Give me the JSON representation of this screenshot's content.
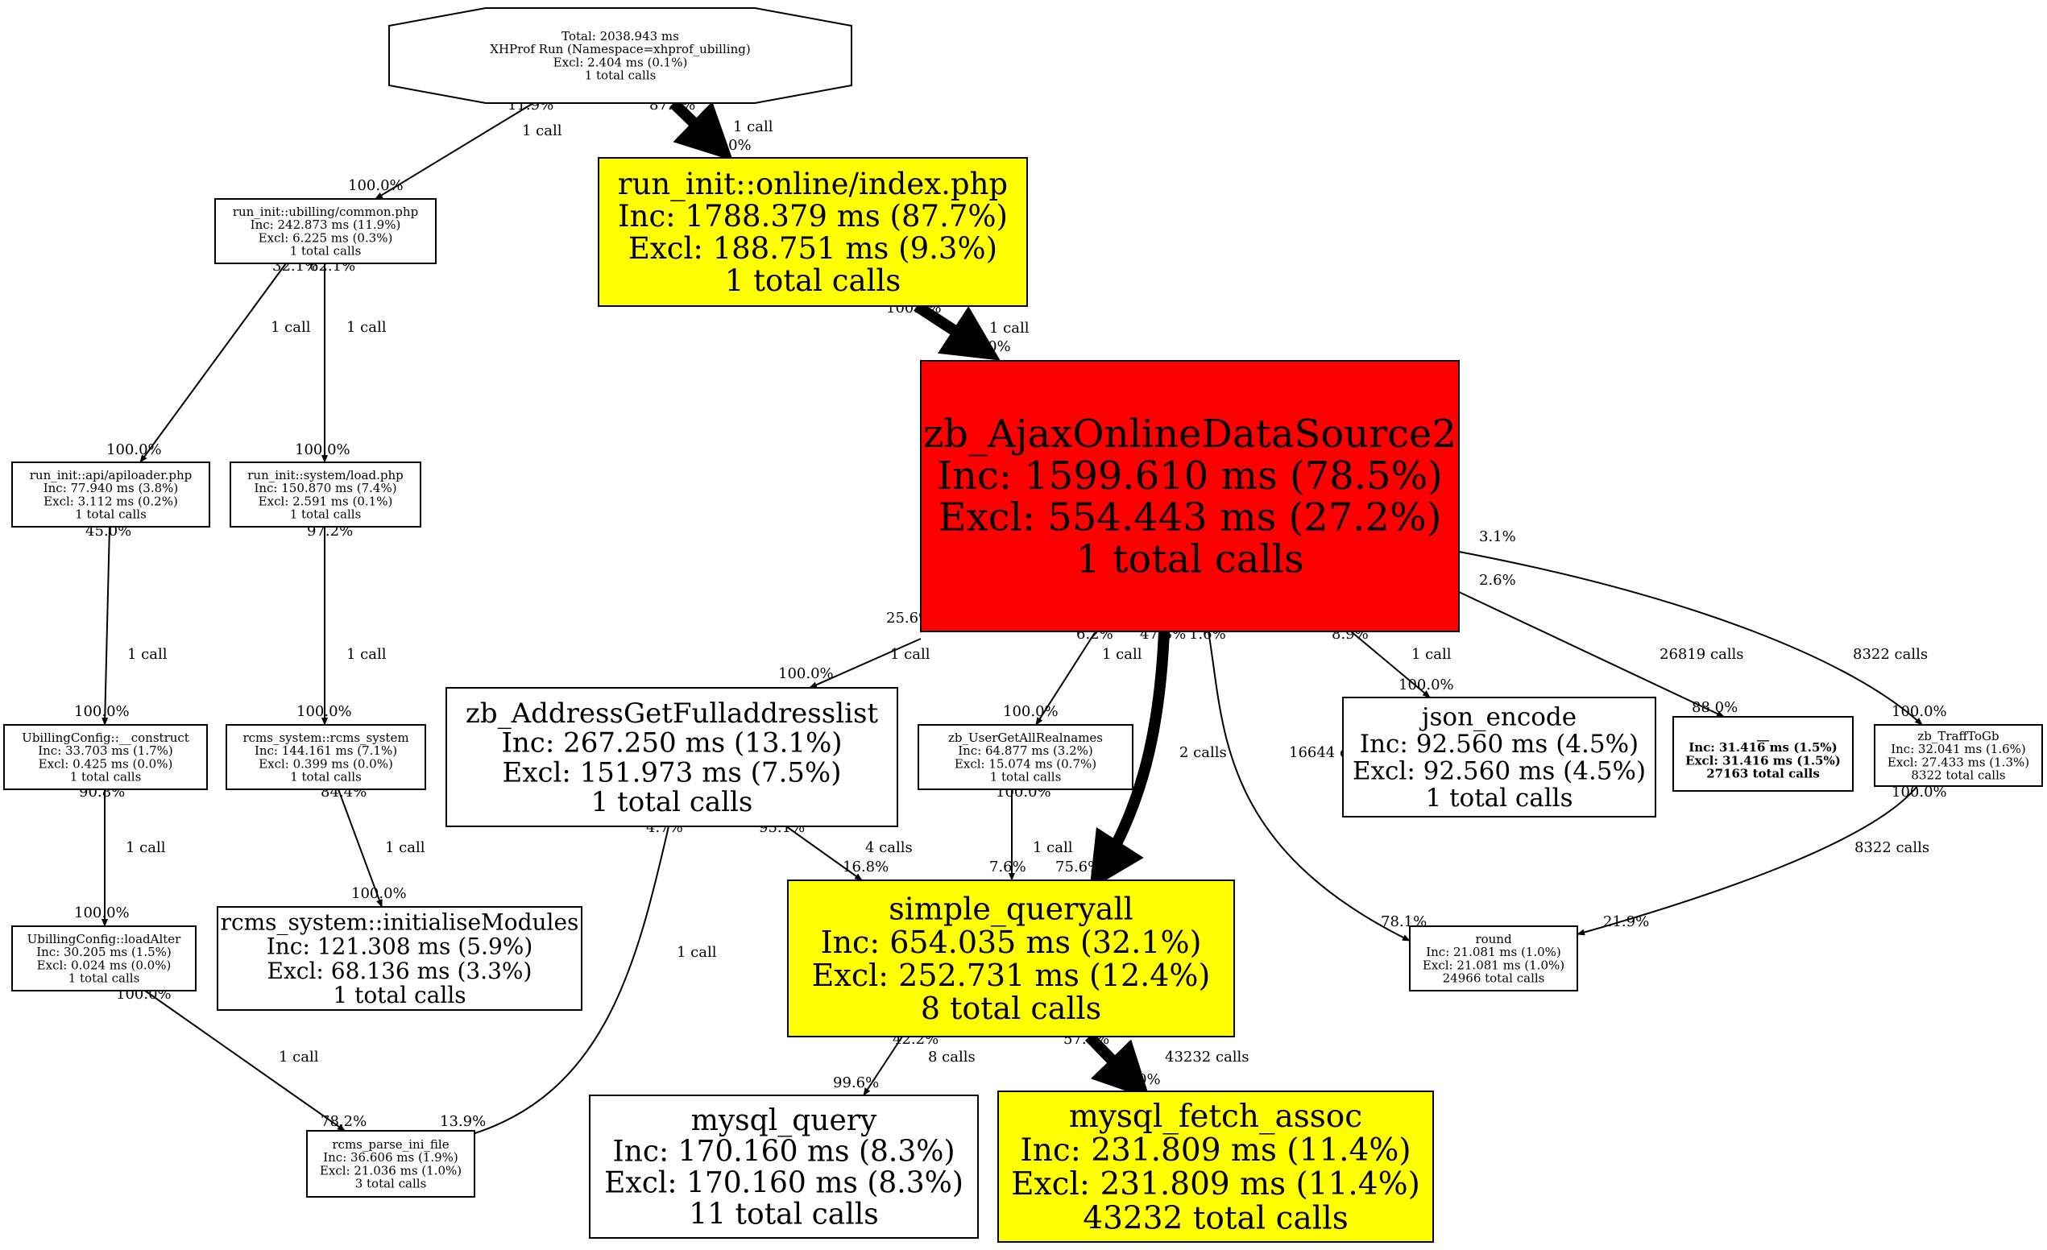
{
  "graph": {
    "root": {
      "lines": [
        "Total: 2038.943 ms",
        "XHProf Run (Namespace=xhprof_ubilling)",
        "Excl: 2.404 ms (0.1%)",
        "1 total calls"
      ],
      "fill": "#ffffff"
    },
    "nodes": {
      "online_index": {
        "lines": [
          "run_init::online/index.php",
          "Inc: 1788.379 ms (87.7%)",
          "Excl: 188.751 ms (9.3%)",
          "1 total calls"
        ],
        "fill": "#ffff00"
      },
      "common_php": {
        "lines": [
          "run_init::ubilling/common.php",
          "Inc: 242.873 ms (11.9%)",
          "Excl: 6.225 ms (0.3%)",
          "1 total calls"
        ],
        "fill": "#ffffff"
      },
      "ajax_online": {
        "lines": [
          "zb_AjaxOnlineDataSource2",
          "Inc: 1599.610 ms (78.5%)",
          "Excl: 554.443 ms (27.2%)",
          "1 total calls"
        ],
        "fill": "#ff0000"
      },
      "apiloader": {
        "lines": [
          "run_init::api/apiloader.php",
          "Inc: 77.940 ms (3.8%)",
          "Excl: 3.112 ms (0.2%)",
          "1 total calls"
        ],
        "fill": "#ffffff"
      },
      "system_load": {
        "lines": [
          "run_init::system/load.php",
          "Inc: 150.870 ms (7.4%)",
          "Excl: 2.591 ms (0.1%)",
          "1 total calls"
        ],
        "fill": "#ffffff"
      },
      "ubconfig_construct": {
        "lines": [
          "UbillingConfig::__construct",
          "Inc: 33.703 ms (1.7%)",
          "Excl: 0.425 ms (0.0%)",
          "1 total calls"
        ],
        "fill": "#ffffff"
      },
      "rcms_system": {
        "lines": [
          "rcms_system::rcms_system",
          "Inc: 144.161 ms (7.1%)",
          "Excl: 0.399 ms (0.0%)",
          "1 total calls"
        ],
        "fill": "#ffffff"
      },
      "address_full": {
        "lines": [
          "zb_AddressGetFulladdresslist",
          "Inc: 267.250 ms (13.1%)",
          "Excl: 151.973 ms (7.5%)",
          "1 total calls"
        ],
        "fill": "#ffffff"
      },
      "user_realnames": {
        "lines": [
          "zb_UserGetAllRealnames",
          "Inc: 64.877 ms (3.2%)",
          "Excl: 15.074 ms (0.7%)",
          "1 total calls"
        ],
        "fill": "#ffffff"
      },
      "json_encode": {
        "lines": [
          "json_encode",
          "Inc: 92.560 ms (4.5%)",
          "Excl: 92.560 ms (4.5%)",
          "1 total calls"
        ],
        "fill": "#ffffff"
      },
      "underscore": {
        "lines": [
          "__",
          "Inc: 31.416 ms (1.5%)",
          "Excl: 31.416 ms (1.5%)",
          "27163 total calls"
        ],
        "fill": "#ffffff"
      },
      "traff_to_gb": {
        "lines": [
          "zb_TraffToGb",
          "Inc: 32.041 ms (1.6%)",
          "Excl: 27.433 ms (1.3%)",
          "8322 total calls"
        ],
        "fill": "#ffffff"
      },
      "ubconfig_loadalter": {
        "lines": [
          "UbillingConfig::loadAlter",
          "Inc: 30.205 ms (1.5%)",
          "Excl: 0.024 ms (0.0%)",
          "1 total calls"
        ],
        "fill": "#ffffff"
      },
      "init_modules": {
        "lines": [
          "rcms_system::initialiseModules",
          "Inc: 121.308 ms (5.9%)",
          "Excl: 68.136 ms (3.3%)",
          "1 total calls"
        ],
        "fill": "#ffffff"
      },
      "simple_queryall": {
        "lines": [
          "simple_queryall",
          "Inc: 654.035 ms (32.1%)",
          "Excl: 252.731 ms (12.4%)",
          "8 total calls"
        ],
        "fill": "#ffff00"
      },
      "round": {
        "lines": [
          "round",
          "Inc: 21.081 ms (1.0%)",
          "Excl: 21.081 ms (1.0%)",
          "24966 total calls"
        ],
        "fill": "#ffffff"
      },
      "parse_ini": {
        "lines": [
          "rcms_parse_ini_file",
          "Inc: 36.606 ms (1.9%)",
          "Excl: 21.036 ms (1.0%)",
          "3 total calls"
        ],
        "fill": "#ffffff"
      },
      "mysql_query": {
        "lines": [
          "mysql_query",
          "Inc: 170.160 ms (8.3%)",
          "Excl: 170.160 ms (8.3%)",
          "11 total calls"
        ],
        "fill": "#ffffff"
      },
      "mysql_fetch": {
        "lines": [
          "mysql_fetch_assoc",
          "Inc: 231.809 ms (11.4%)",
          "Excl: 231.809 ms (11.4%)",
          "43232 total calls"
        ],
        "fill": "#ffff00"
      }
    },
    "edges": [
      {
        "from": "root",
        "to": "common_php",
        "calls": "1 call",
        "src_pct": "11.9%",
        "dst_pct": "100.0%"
      },
      {
        "from": "root",
        "to": "online_index",
        "calls": "1 call",
        "src_pct": "87.8%",
        "dst_pct": "100.0%"
      },
      {
        "from": "online_index",
        "to": "ajax_online",
        "calls": "1 call",
        "src_pct": "100.0%",
        "dst_pct": "100.0%"
      },
      {
        "from": "common_php",
        "to": "apiloader",
        "calls": "1 call",
        "src_pct": "32.1%",
        "dst_pct": "100.0%"
      },
      {
        "from": "common_php",
        "to": "system_load",
        "calls": "1 call",
        "src_pct": "62.1%",
        "dst_pct": "100.0%"
      },
      {
        "from": "apiloader",
        "to": "ubconfig_construct",
        "calls": "1 call",
        "src_pct": "45.0%",
        "dst_pct": "100.0%"
      },
      {
        "from": "system_load",
        "to": "rcms_system",
        "calls": "1 call",
        "src_pct": "97.2%",
        "dst_pct": "100.0%"
      },
      {
        "from": "ubconfig_construct",
        "to": "ubconfig_loadalter",
        "calls": "1 call",
        "src_pct": "90.8%",
        "dst_pct": "100.0%"
      },
      {
        "from": "rcms_system",
        "to": "init_modules",
        "calls": "1 call",
        "src_pct": "84.4%",
        "dst_pct": "100.0%"
      },
      {
        "from": "ubconfig_loadalter",
        "to": "parse_ini",
        "calls": "1 call",
        "src_pct": "100.0%",
        "dst_pct": "78.2%"
      },
      {
        "from": "ajax_online",
        "to": "address_full",
        "calls": "1 call",
        "src_pct": "25.6%",
        "dst_pct": "100.0%"
      },
      {
        "from": "ajax_online",
        "to": "user_realnames",
        "calls": "1 call",
        "src_pct": "6.2%",
        "dst_pct": "100.0%"
      },
      {
        "from": "ajax_online",
        "to": "simple_queryall",
        "calls": "2 calls",
        "src_pct": "47.3%",
        "dst_pct": "75.6%"
      },
      {
        "from": "ajax_online",
        "to": "round",
        "calls": "16644 calls",
        "src_pct": "1.6%",
        "dst_pct": "78.1%"
      },
      {
        "from": "ajax_online",
        "to": "json_encode",
        "calls": "1 call",
        "src_pct": "8.9%",
        "dst_pct": "100.0%"
      },
      {
        "from": "ajax_online",
        "to": "underscore",
        "calls": "26819 calls",
        "src_pct": "2.6%",
        "dst_pct": "88.0%"
      },
      {
        "from": "ajax_online",
        "to": "traff_to_gb",
        "calls": "8322 calls",
        "src_pct": "3.1%",
        "dst_pct": "100.0%"
      },
      {
        "from": "address_full",
        "to": "parse_ini",
        "calls": "1 call",
        "src_pct": "4.7%",
        "dst_pct": "13.9%"
      },
      {
        "from": "address_full",
        "to": "simple_queryall",
        "calls": "4 calls",
        "src_pct": "95.1%",
        "dst_pct": "16.8%"
      },
      {
        "from": "user_realnames",
        "to": "simple_queryall",
        "calls": "1 call",
        "src_pct": "100.0%",
        "dst_pct": "7.6%"
      },
      {
        "from": "traff_to_gb",
        "to": "round",
        "calls": "8322 calls",
        "src_pct": "100.0%",
        "dst_pct": "21.9%"
      },
      {
        "from": "simple_queryall",
        "to": "mysql_query",
        "calls": "8 calls",
        "src_pct": "42.2%",
        "dst_pct": "99.6%"
      },
      {
        "from": "simple_queryall",
        "to": "mysql_fetch",
        "calls": "43232 calls",
        "src_pct": "57.8%",
        "dst_pct": "100.0%"
      }
    ]
  }
}
